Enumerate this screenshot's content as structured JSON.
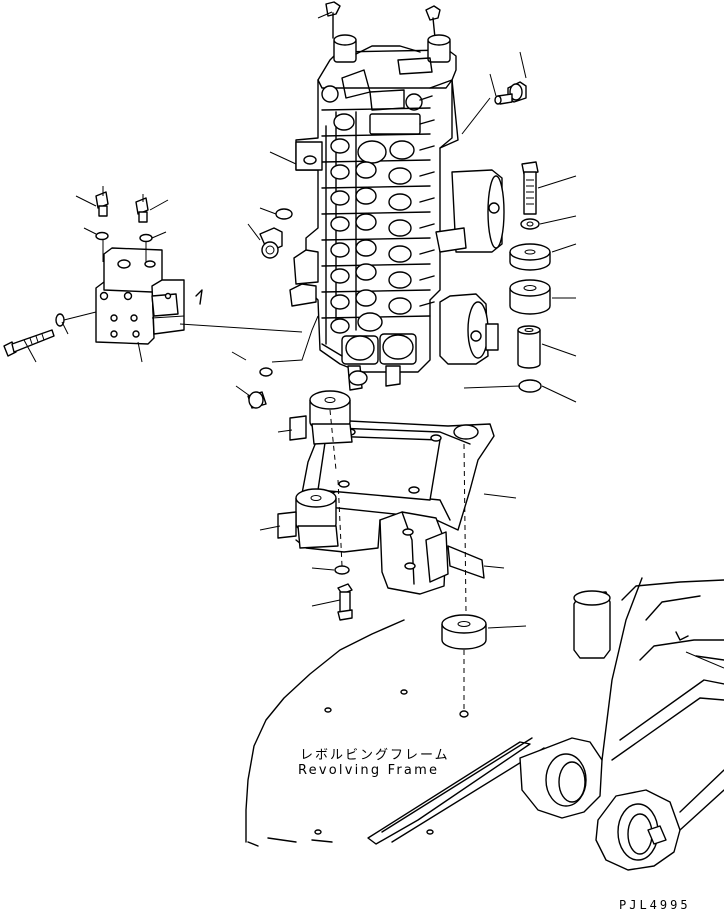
{
  "labels": {
    "frame_name_jp": "レボルビングフレーム",
    "frame_name_en": "Revolving Frame",
    "drawing_number": "PJL4995"
  },
  "colors": {
    "line": "#000000",
    "background": "#ffffff"
  }
}
